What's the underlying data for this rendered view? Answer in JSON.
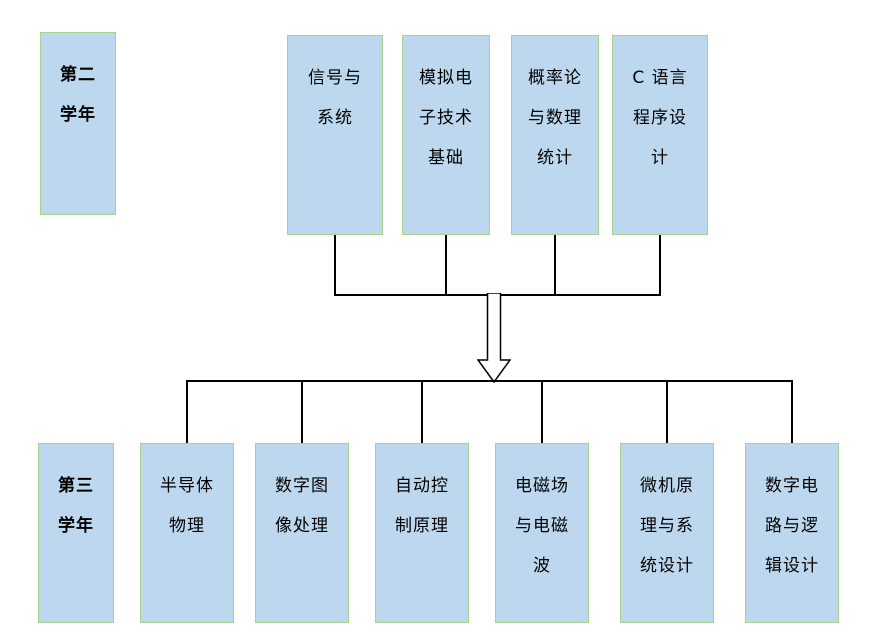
{
  "colors": {
    "box_fill": "#BDD7EE",
    "box_border": "#A9D18E",
    "connector": "#000000"
  },
  "year2": {
    "text": "第二\n学年"
  },
  "year3": {
    "text": "第三\n学年"
  },
  "top_courses": [
    {
      "text": "信号与\n系统"
    },
    {
      "text": "模拟电\n子技术\n基础"
    },
    {
      "text": "概率论\n与数理\n统计"
    },
    {
      "text": "C 语言\n程序设\n计"
    }
  ],
  "bottom_courses": [
    {
      "text": "半导体\n物理"
    },
    {
      "text": "数字图\n像处理"
    },
    {
      "text": "自动控\n制原理"
    },
    {
      "text": "电磁场\n与电磁\n波"
    },
    {
      "text": "微机原\n理与系\n统设计"
    },
    {
      "text": "数字电\n路与逻\n辑设计"
    }
  ]
}
